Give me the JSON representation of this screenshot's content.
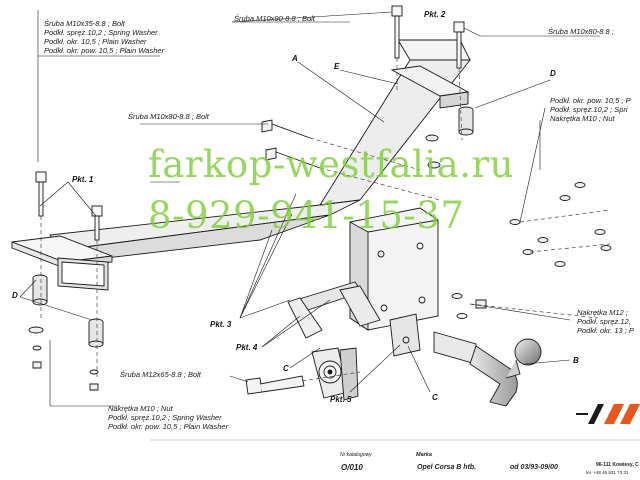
{
  "labels": {
    "top_left_1": "Śruba M10x35-8.8 ;  Bolt",
    "top_left_2": "Podkł. spręż.10,2 ; Spring Washer",
    "top_left_3": "Podkł. okr. 10,5 ; Plain Washer",
    "top_left_4": "Podkł. okr. pow. 10,5 ; Plain Washer",
    "top_mid": "Śruba M10x90-8.8 ;  Bolt",
    "top_right": "Śruba M10x80-8.8 ;",
    "mid_left_bolt": "Śruba M10x80-8.8 ;  Bolt",
    "right_1": "Podkł. okr. pow. 10,5 ; P",
    "right_2": "Podkł. spręż.10,2 ; Spri",
    "right_3": "Nakrętka  M10 ; Nut",
    "right_lower_1": "Nakrętka  M12 ;",
    "right_lower_2": "Podkł. spręż.12,",
    "right_lower_3": "Podkł. okr. 13 ; P",
    "bolt_m12": "Śruba M12x65-8.8 ;  Bolt",
    "bottom_left_1": "Nakrętka  M10 ; Nut",
    "bottom_left_2": "Podkł. spręż.10,2 ; Spring Washer",
    "bottom_left_3": "Podkł. okr. pow. 10,5 ; Plain Washer"
  },
  "letters": {
    "A": "A",
    "E": "E",
    "D_right": "D",
    "D_left": "D",
    "B": "B",
    "C_mid": "C",
    "C_bottom": "C"
  },
  "points": {
    "pkt1": "Pkt. 1",
    "pkt2": "Pkt. 2",
    "pkt3": "Pkt. 3",
    "pkt4": "Pkt. 4",
    "pkt5": "Pkt. 5"
  },
  "watermark": {
    "site": "farkop-westfalia.ru",
    "phone": "8-929-941-15-37"
  },
  "footer": {
    "catalog_caption": "Nr katalogowy",
    "brand_caption": "Marka",
    "catalog_number": "O/010",
    "car_model": "Opel Corsa B htb.",
    "production": "od  03/93-09/00",
    "company_address": "96-111 Kowiesy, C",
    "company_phone": "tel. +48 46 831 73 31"
  },
  "colors": {
    "watermark": "#7fd03b",
    "logo_accent": "#e8561e",
    "line": "#1a1a1a"
  }
}
